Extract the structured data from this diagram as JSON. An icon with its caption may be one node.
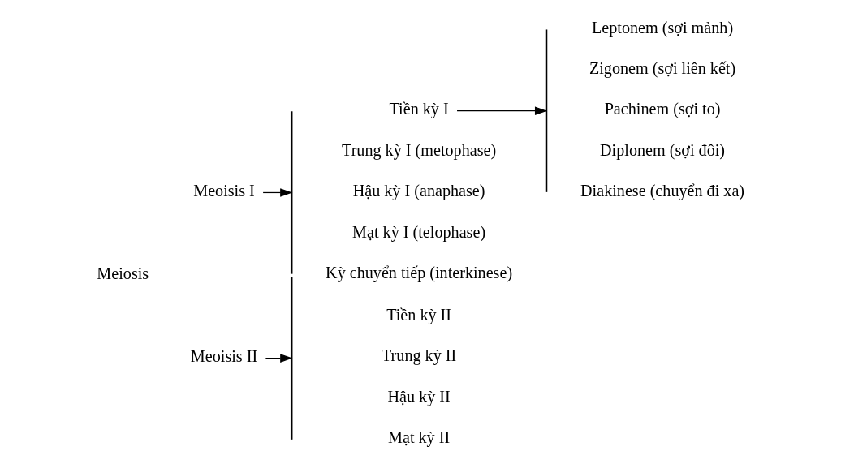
{
  "diagram": {
    "nodes": [
      {
        "text": [
          "Meiosis"
        ]
      },
      {
        "text": [
          "Meoisis I"
        ]
      },
      {
        "text": [],
        "shape": "bar"
      },
      {
        "text": [
          "Tiền kỳ I"
        ]
      },
      {
        "text": [],
        "shape": "bar"
      },
      {
        "text": [
          "Leptonem (sợi mảnh)"
        ]
      },
      {
        "text": [
          "Zigonem (sợi liên kết)"
        ]
      },
      {
        "text": [
          "Pachinem (sợi to)"
        ]
      },
      {
        "text": [
          "Diplonem (sợi đôi)"
        ]
      },
      {
        "text": [
          "Diakinese (chuyển đi xa)"
        ]
      },
      {
        "text": [
          "Trung kỳ I (metophase)"
        ]
      },
      {
        "text": [
          "Hậu kỳ I (anaphase)"
        ]
      },
      {
        "text": [
          "Mạt kỳ I (telophase)"
        ]
      },
      {
        "text": [
          "Kỳ chuyển tiếp (interkinese)"
        ]
      },
      {
        "text": [
          "Meoisis II"
        ]
      },
      {
        "text": [],
        "shape": "bar"
      },
      {
        "text": [
          "Tiền kỳ II"
        ]
      },
      {
        "text": [
          "Trung kỳ II"
        ]
      },
      {
        "text": [
          "Hậu kỳ II"
        ]
      },
      {
        "text": [
          "Mạt kỳ II"
        ]
      }
    ],
    "edges": [
      {
        "from": 1,
        "to": 2,
        "arrow": "to"
      },
      {
        "from": 3,
        "to": 4,
        "arrow": "to"
      },
      {
        "from": 14,
        "to": 15,
        "arrow": "to"
      }
    ]
  }
}
